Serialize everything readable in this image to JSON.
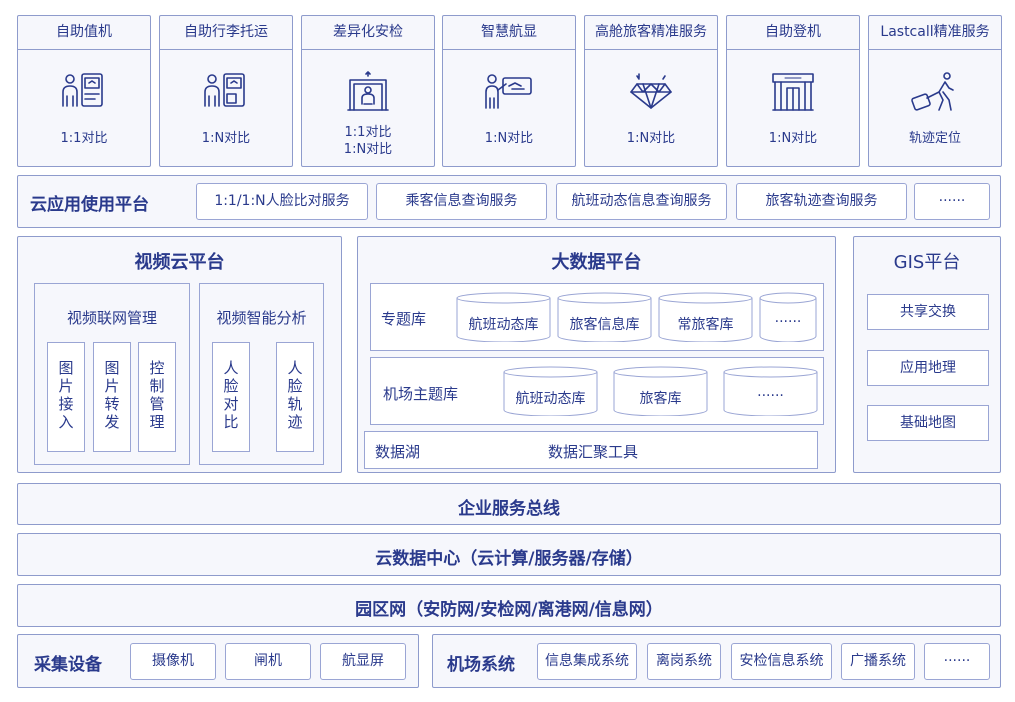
{
  "services": [
    {
      "title": "自助值机",
      "sub": [
        "1:1对比"
      ],
      "icon": "self-checkin-icon"
    },
    {
      "title": "自助行李托运",
      "sub": [
        "1:N对比"
      ],
      "icon": "baggage-drop-icon"
    },
    {
      "title": "差异化安检",
      "sub": [
        "1:1对比",
        "1:N对比"
      ],
      "icon": "security-gate-icon"
    },
    {
      "title": "智慧航显",
      "sub": [
        "1:N对比"
      ],
      "icon": "flight-display-icon"
    },
    {
      "title": "高舱旅客精准服务",
      "sub": [
        "1:N对比"
      ],
      "icon": "diamond-icon"
    },
    {
      "title": "自助登机",
      "sub": [
        "1:N对比"
      ],
      "icon": "boarding-gate-icon"
    },
    {
      "title": "Lastcall精准服务",
      "sub": [
        "轨迹定位"
      ],
      "icon": "traveler-icon"
    }
  ],
  "cloud_app": {
    "title": "云应用使用平台",
    "items": [
      "1:1/1:N人脸比对服务",
      "乘客信息查询服务",
      "航班动态信息查询服务",
      "旅客轨迹查询服务",
      "······"
    ]
  },
  "video": {
    "title": "视频云平台",
    "network": {
      "title": "视频联网管理",
      "items": [
        "图片接入",
        "图片转发",
        "控制管理"
      ]
    },
    "analysis": {
      "title": "视频智能分析",
      "items": [
        "人脸对比",
        "人脸轨迹"
      ]
    }
  },
  "bigdata": {
    "title": "大数据平台",
    "topic": {
      "label": "专题库",
      "dbs": [
        "航班动态库",
        "旅客信息库",
        "常旅客库",
        "······"
      ]
    },
    "airport": {
      "label": "机场主题库",
      "dbs": [
        "航班动态库",
        "旅客库",
        "······"
      ]
    },
    "lake": {
      "label": "数据湖",
      "tool": "数据汇聚工具"
    }
  },
  "gis": {
    "title": "GIS平台",
    "items": [
      "共享交换",
      "应用地理",
      "基础地图"
    ]
  },
  "layers": [
    "企业服务总线",
    "云数据中心（云计算/服务器/存储）",
    "园区网（安防网/安检网/离港网/信息网）"
  ],
  "collect": {
    "title": "采集设备",
    "items": [
      "摄像机",
      "闸机",
      "航显屏"
    ]
  },
  "airport_sys": {
    "title": "机场系统",
    "items": [
      "信息集成系统",
      "离岗系统",
      "安检信息系统",
      "广播系统",
      "······"
    ]
  },
  "colors": {
    "border": "#8e9bcc",
    "text": "#2a3a8c",
    "bg": "#f6f7fc"
  }
}
